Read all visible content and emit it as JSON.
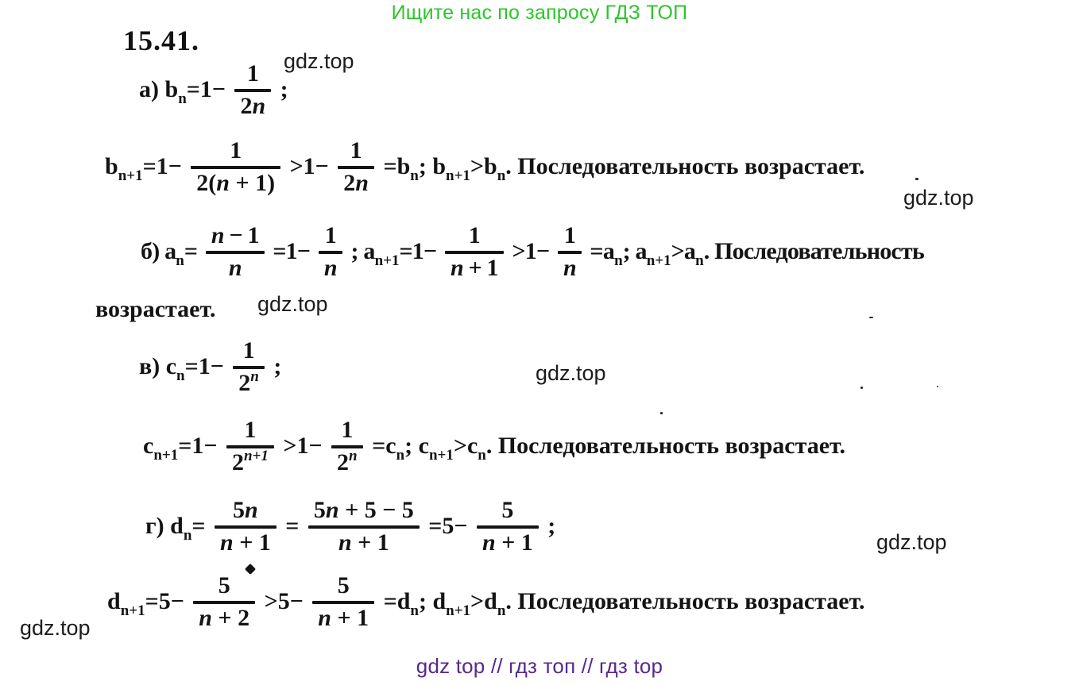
{
  "header": {
    "text": "Ищите нас по запросу ГДЗ ТОП",
    "color": "#2bc62b"
  },
  "footer": {
    "text": "gdz top  //  гдз топ  //  гдз top",
    "color": "#562a8c"
  },
  "problem_number": "15.41.",
  "watermark": {
    "text": "gdz.top"
  },
  "texts": {
    "continuation_b": "возрастает."
  },
  "formulas": {
    "a1": [
      {
        "t": "txt",
        "v": "а) b"
      },
      {
        "t": "sub",
        "v": "n"
      },
      {
        "t": "txt",
        "v": "=1− "
      },
      {
        "t": "frac",
        "num": [
          {
            "t": "txt",
            "v": "1"
          }
        ],
        "den": [
          {
            "t": "txt",
            "v": "2"
          },
          {
            "t": "it",
            "v": "n"
          }
        ]
      },
      {
        "t": "txt",
        "v": " ;"
      }
    ],
    "a2": [
      {
        "t": "txt",
        "v": "b"
      },
      {
        "t": "sub",
        "v": "n+1"
      },
      {
        "t": "txt",
        "v": "=1− "
      },
      {
        "t": "frac",
        "num": [
          {
            "t": "txt",
            "v": "1"
          }
        ],
        "den": [
          {
            "t": "txt",
            "v": "2("
          },
          {
            "t": "it",
            "v": "n"
          },
          {
            "t": "txt",
            "v": " + 1)"
          }
        ]
      },
      {
        "t": "txt",
        "v": " >1− "
      },
      {
        "t": "frac",
        "num": [
          {
            "t": "txt",
            "v": "1"
          }
        ],
        "den": [
          {
            "t": "txt",
            "v": "2"
          },
          {
            "t": "it",
            "v": "n"
          }
        ]
      },
      {
        "t": "txt",
        "v": " =b"
      },
      {
        "t": "sub",
        "v": "n"
      },
      {
        "t": "txt",
        "v": "; b"
      },
      {
        "t": "sub",
        "v": "n+1"
      },
      {
        "t": "txt",
        "v": ">b"
      },
      {
        "t": "sub",
        "v": "n"
      },
      {
        "t": "txt",
        "v": ". Последовательность возрастает."
      }
    ],
    "b1": [
      {
        "t": "txt",
        "v": "б) a"
      },
      {
        "t": "sub",
        "v": "n"
      },
      {
        "t": "txt",
        "v": "= "
      },
      {
        "t": "frac",
        "num": [
          {
            "t": "it",
            "v": "n"
          },
          {
            "t": "txt",
            "v": " − 1"
          }
        ],
        "den": [
          {
            "t": "it",
            "v": "n"
          }
        ]
      },
      {
        "t": "txt",
        "v": " =1− "
      },
      {
        "t": "frac",
        "num": [
          {
            "t": "txt",
            "v": "1"
          }
        ],
        "den": [
          {
            "t": "it",
            "v": "n"
          }
        ]
      },
      {
        "t": "txt",
        "v": " ; a"
      },
      {
        "t": "sub",
        "v": "n+1"
      },
      {
        "t": "txt",
        "v": "=1− "
      },
      {
        "t": "frac",
        "num": [
          {
            "t": "txt",
            "v": "1"
          }
        ],
        "den": [
          {
            "t": "it",
            "v": "n"
          },
          {
            "t": "txt",
            "v": " + 1"
          }
        ]
      },
      {
        "t": "txt",
        "v": " >1− "
      },
      {
        "t": "frac",
        "num": [
          {
            "t": "txt",
            "v": "1"
          }
        ],
        "den": [
          {
            "t": "it",
            "v": "n"
          }
        ]
      },
      {
        "t": "txt",
        "v": " =a"
      },
      {
        "t": "sub",
        "v": "n"
      },
      {
        "t": "txt",
        "v": "; a"
      },
      {
        "t": "sub",
        "v": "n+1"
      },
      {
        "t": "txt",
        "v": ">a"
      },
      {
        "t": "sub",
        "v": "n"
      },
      {
        "t": "txt",
        "v": ". Последовательность"
      }
    ],
    "c1": [
      {
        "t": "txt",
        "v": "в) c"
      },
      {
        "t": "sub",
        "v": "n"
      },
      {
        "t": "txt",
        "v": "=1− "
      },
      {
        "t": "frac",
        "num": [
          {
            "t": "txt",
            "v": "1"
          }
        ],
        "den": [
          {
            "t": "txt",
            "v": "2"
          },
          {
            "t": "sup",
            "v": "n"
          }
        ]
      },
      {
        "t": "txt",
        "v": " ;"
      }
    ],
    "c2": [
      {
        "t": "txt",
        "v": "c"
      },
      {
        "t": "sub",
        "v": "n+1"
      },
      {
        "t": "txt",
        "v": "=1− "
      },
      {
        "t": "frac",
        "num": [
          {
            "t": "txt",
            "v": "1"
          }
        ],
        "den": [
          {
            "t": "txt",
            "v": "2"
          },
          {
            "t": "sup",
            "v": "n+1"
          }
        ]
      },
      {
        "t": "txt",
        "v": " >1− "
      },
      {
        "t": "frac",
        "num": [
          {
            "t": "txt",
            "v": "1"
          }
        ],
        "den": [
          {
            "t": "txt",
            "v": "2"
          },
          {
            "t": "sup",
            "v": "n"
          }
        ]
      },
      {
        "t": "txt",
        "v": " =c"
      },
      {
        "t": "sub",
        "v": "n"
      },
      {
        "t": "txt",
        "v": "; c"
      },
      {
        "t": "sub",
        "v": "n+1"
      },
      {
        "t": "txt",
        "v": ">c"
      },
      {
        "t": "sub",
        "v": "n"
      },
      {
        "t": "txt",
        "v": ". Последовательность возрастает."
      }
    ],
    "d1": [
      {
        "t": "txt",
        "v": "г) d"
      },
      {
        "t": "sub",
        "v": "n"
      },
      {
        "t": "txt",
        "v": "= "
      },
      {
        "t": "frac",
        "num": [
          {
            "t": "txt",
            "v": "5"
          },
          {
            "t": "it",
            "v": "n"
          }
        ],
        "den": [
          {
            "t": "it",
            "v": "n"
          },
          {
            "t": "txt",
            "v": " + 1"
          }
        ]
      },
      {
        "t": "txt",
        "v": " = "
      },
      {
        "t": "frac",
        "num": [
          {
            "t": "txt",
            "v": "5"
          },
          {
            "t": "it",
            "v": "n"
          },
          {
            "t": "txt",
            "v": " + 5 − 5"
          }
        ],
        "den": [
          {
            "t": "it",
            "v": "n"
          },
          {
            "t": "txt",
            "v": " + 1"
          }
        ]
      },
      {
        "t": "txt",
        "v": " =5− "
      },
      {
        "t": "frac",
        "num": [
          {
            "t": "txt",
            "v": "5"
          }
        ],
        "den": [
          {
            "t": "it",
            "v": "n"
          },
          {
            "t": "txt",
            "v": " + 1"
          }
        ]
      },
      {
        "t": "txt",
        "v": " ;"
      }
    ],
    "d2": [
      {
        "t": "txt",
        "v": "d"
      },
      {
        "t": "sub",
        "v": "n+1"
      },
      {
        "t": "txt",
        "v": "=5− "
      },
      {
        "t": "frac",
        "num": [
          {
            "t": "txt",
            "v": "5"
          }
        ],
        "den": [
          {
            "t": "it",
            "v": "n"
          },
          {
            "t": "txt",
            "v": " + 2"
          }
        ]
      },
      {
        "t": "txt",
        "v": " >5− "
      },
      {
        "t": "frac",
        "num": [
          {
            "t": "txt",
            "v": "5"
          }
        ],
        "den": [
          {
            "t": "it",
            "v": "n"
          },
          {
            "t": "txt",
            "v": " + 1"
          }
        ]
      },
      {
        "t": "txt",
        "v": " =d"
      },
      {
        "t": "sub",
        "v": "n"
      },
      {
        "t": "txt",
        "v": "; d"
      },
      {
        "t": "sub",
        "v": "n+1"
      },
      {
        "t": "txt",
        "v": ">d"
      },
      {
        "t": "sub",
        "v": "n"
      },
      {
        "t": "txt",
        "v": ". Последовательность возрастает."
      }
    ]
  }
}
